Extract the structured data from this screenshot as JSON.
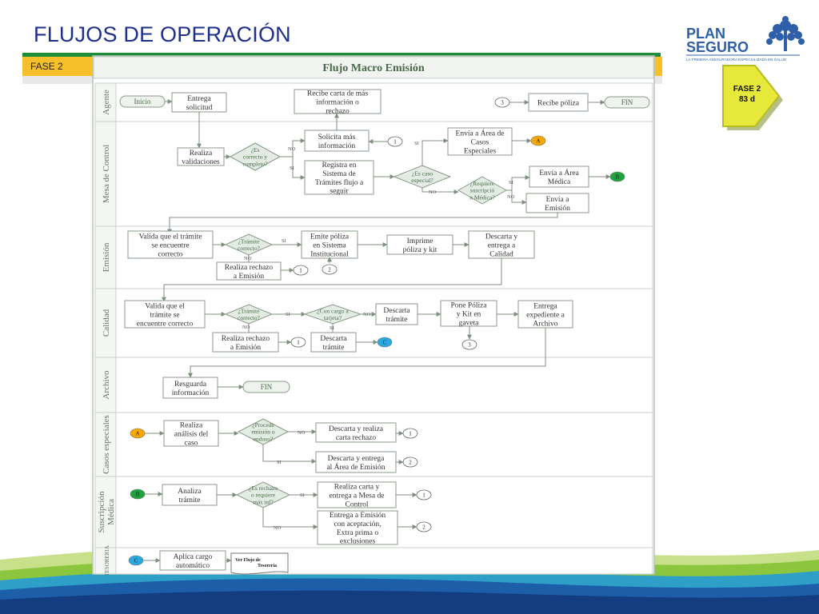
{
  "slide": {
    "title": "FLUJOS DE OPERACIÓN",
    "phase": "FASE 2"
  },
  "logo": {
    "line1": "PLAN",
    "line2": "SEGURO",
    "tagline": "LA PRIMERA ASEGURADORA ESPECIALIZADA EN SALUD",
    "icon": "tree-logo-icon"
  },
  "badge": {
    "line1": "FASE 2",
    "line2": "83 d"
  },
  "diagram": {
    "title": "Flujo Macro Emisión",
    "lanes": [
      "Agente",
      "Mesa de Control",
      "Emisión",
      "Calidad",
      "Archivo",
      "Casos especiales",
      "Suscripción Médica",
      "TESORERIA"
    ],
    "agente": {
      "inicio": "Inicio",
      "entrega": [
        "Entrega",
        "solicitud"
      ],
      "recibe_carta": [
        "Recibe carta de más",
        "información o",
        "rechazo"
      ],
      "conn3": "3",
      "recibe_poliza": "Recibe póliza",
      "fin": "FIN"
    },
    "mesa": {
      "realiza_val": [
        "Realiza",
        "validaciones"
      ],
      "es_correcto": [
        "¿Es",
        "correcto y",
        "completo?"
      ],
      "no": "NO",
      "si": "SI",
      "solicita": [
        "Solicita más",
        "información"
      ],
      "conn1": "1",
      "si2": "SI",
      "envia_casos": [
        "Envía a Área de",
        "Casos",
        "Especiales"
      ],
      "conn_a": "A",
      "registra": [
        "Registra en",
        "Sistema de",
        "Trámites flujo a",
        "seguir"
      ],
      "es_caso": [
        "¿Es caso",
        "especial?"
      ],
      "no2": "NO",
      "requiere": [
        "¿Requiere",
        "suscripció",
        "n Médica?"
      ],
      "si3": "SI",
      "no3": "NO",
      "envia_medica": [
        "Envía a Área",
        "Médica"
      ],
      "conn_b": "B",
      "envia_emision": [
        "Envía a",
        "Emisión"
      ]
    },
    "emision": {
      "valida": [
        "Valida que el trámite",
        "se encuentre",
        "correcto"
      ],
      "tramite": [
        "¿Trámite",
        "correcto?"
      ],
      "si": "SI",
      "no": "NO",
      "emite": [
        "Emite póliza",
        "en Sistema",
        "Institucional"
      ],
      "imprime": [
        "Imprime",
        "póliza y kit"
      ],
      "descarta": [
        "Descarta y",
        "entrega a",
        "Calidad"
      ],
      "rechazo": [
        "Realiza rechazo",
        "a Emisión"
      ],
      "conn1": "1",
      "conn2": "2"
    },
    "calidad": {
      "valida": [
        "Valida que el",
        "trámite se",
        "encuentre correcto"
      ],
      "tramite": [
        "¿Trámite",
        "correcto?"
      ],
      "si": "SI",
      "no": "NO",
      "con_cargo": [
        "¿Con cargo a",
        "tarjeta?"
      ],
      "no2": "NO",
      "si2": "SI",
      "descarta1": [
        "Descarta",
        "trámite"
      ],
      "pone": [
        "Pone  Póliza",
        "y Kit en",
        "gaveta"
      ],
      "entrega": [
        "Entrega",
        "expediente a",
        "Archivo"
      ],
      "rechazo": [
        "Realiza rechazo",
        "a Emisión"
      ],
      "conn1": "1",
      "descarta2": [
        "Descarta",
        "trámite"
      ],
      "conn_c": "C",
      "conn3": "3"
    },
    "archivo": {
      "resguarda": [
        "Resguarda",
        "información"
      ],
      "fin": "FIN"
    },
    "casos": {
      "conn_a": "A",
      "realiza": [
        "Realiza",
        "análisis del",
        "caso"
      ],
      "procede": [
        "¿Procede",
        "emisión o",
        "endoso?"
      ],
      "no": "NO",
      "si": "SI",
      "descarta_carta": [
        "Descarta y realiza",
        "carta rechazo"
      ],
      "conn1": "1",
      "descarta_entrega": [
        "Descarta y entrega",
        "al Área de Emisión"
      ],
      "conn2": "2"
    },
    "suscripcion": {
      "conn_b": "B",
      "analiza": [
        "Analiza",
        "trámite"
      ],
      "es_rechazo": [
        "¿Es rechazo",
        "o requiere",
        "más inf?"
      ],
      "si": "SI",
      "no": "NO",
      "realiza_carta": [
        "Realiza carta y",
        "entrega a Mesa de",
        "Control"
      ],
      "conn1": "1",
      "entrega_emision": [
        "Entrega a Emisión",
        "con aceptación,",
        "Extra prima o",
        "exclusiones"
      ],
      "conn2": "2"
    },
    "tesoreria": {
      "conn_c": "C",
      "aplica": [
        "Aplica cargo",
        "automático"
      ],
      "ver_flujo": [
        "Ver Flujo de",
        "Tesorería"
      ]
    }
  },
  "colors": {
    "title_blue": "#1f2f8c",
    "green_rule": "#1d8d3a",
    "phase_yellow": "#f5c02a",
    "lane_label": "#5e7a5e",
    "box_border": "#8a9a8a",
    "diamond_fill": "#e2ece2",
    "conn_a": "#f5a800",
    "conn_b": "#1fa33c",
    "conn_c": "#2aa8e0"
  }
}
